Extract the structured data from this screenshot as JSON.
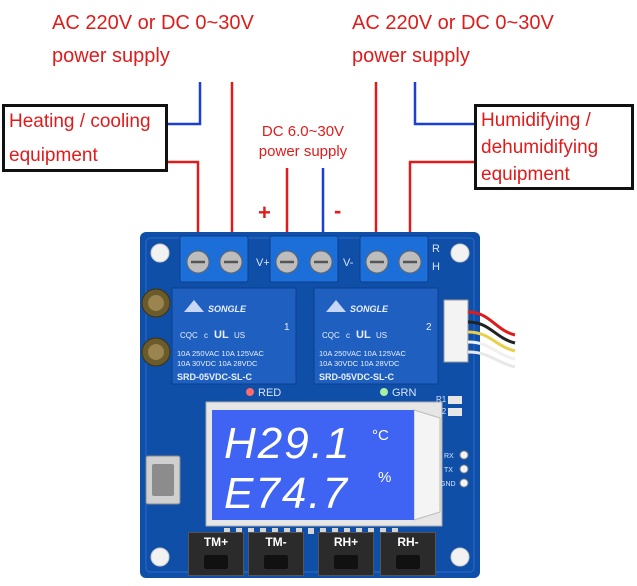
{
  "supply_left": {
    "line1": "AC 220V or DC 0~30V",
    "line2": "power supply"
  },
  "supply_right": {
    "line1": "AC 220V or DC 0~30V",
    "line2": "power supply"
  },
  "left_box": {
    "line1": "Heating / cooling",
    "line2": "equipment"
  },
  "right_box": {
    "line1": "Humidifying /",
    "line2": "dehumidifying",
    "line3": "equipment"
  },
  "mid_supply": {
    "line1": "DC 6.0~30V",
    "line2": "power supply"
  },
  "signs": {
    "plus": "+",
    "minus": "-"
  },
  "board": {
    "relay_brand": "SONGLE",
    "relay_text_a": "10A 250VAC  10A 125VAC",
    "relay_text_b": "10A 30VDC  10A 28VDC",
    "relay_model": "SRD-05VDC-SL-C",
    "relay_ul": "UL",
    "relay_us": "US",
    "relay_c": "c",
    "relay_cqc": "CQC",
    "relay_1": "1",
    "relay_2": "2",
    "terminal_v_plus": "V+",
    "terminal_v_minus": "V-",
    "terminal_r": "R",
    "terminal_h": "H",
    "led_red": "RED",
    "led_grn": "GRN",
    "r1": "R1",
    "r2": "R2",
    "rx": "RX",
    "tx": "TX",
    "gnd": "GND"
  },
  "display": {
    "line1": "H29.1",
    "line2": "E74.7",
    "unit1": "°C",
    "unit2": "%"
  },
  "buttons": {
    "tm_plus": "TM+",
    "tm_minus": "TM-",
    "rh_plus": "RH+",
    "rh_minus": "RH-"
  },
  "colors": {
    "wire_red": "#e01b1b",
    "wire_blue": "#1a3fd1",
    "pcb": "#0f4fa8",
    "relay": "#1f5fc0",
    "terminal": "#1c6fd8",
    "lcd": "#3f63f2"
  }
}
